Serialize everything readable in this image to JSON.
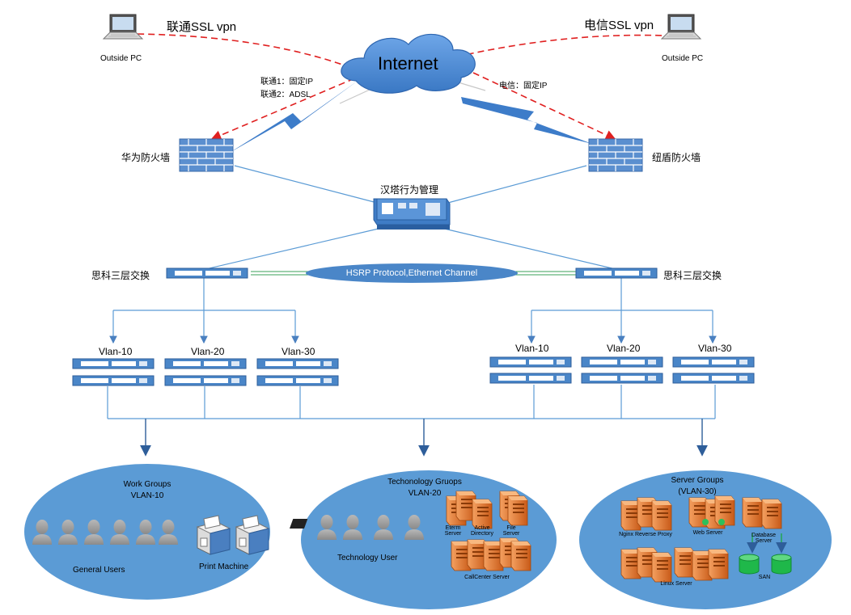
{
  "internet": {
    "label": "Internet"
  },
  "vpn": {
    "left": "联通SSL vpn",
    "right": "电信SSL vpn"
  },
  "outside_pc": {
    "left": "Outside PC",
    "right": "Outside PC"
  },
  "isp": {
    "unicom_line1": "联通1：固定IP",
    "unicom_line2": "联通2：ADSL",
    "telecom": "电信：固定IP"
  },
  "firewalls": {
    "left": "华为防火墙",
    "right": "纽盾防火墙"
  },
  "behavior_mgmt": {
    "label": "汉塔行为管理"
  },
  "core_switches": {
    "left": "思科三层交换",
    "right": "思科三层交换"
  },
  "hsrp": {
    "label": "HSRP Protocol,Ethernet Channel"
  },
  "vlans": {
    "left": [
      "Vlan-10",
      "Vlan-20",
      "Vlan-30"
    ],
    "right": [
      "Vlan-10",
      "Vlan-20",
      "Vlan-30"
    ]
  },
  "groups": {
    "work": {
      "title1": "Work Groups",
      "title2": "VLAN-10",
      "users": "General Users",
      "printer": "Print Machine"
    },
    "tech": {
      "title1": "Techonology Gruops",
      "title2": "VLAN-20",
      "users": "Technology User",
      "eterm": "Eterm\nServer",
      "ad": "Active\nDirectory",
      "file": "File\nServer",
      "callcenter": "CallCenter Server"
    },
    "server": {
      "title1": "Server Groups",
      "title2": "(VLAN-30)",
      "nginx": "Nginx Reverse Proxy",
      "web": "Web Server",
      "db": "Database\nServer",
      "linux": "Linux Server",
      "san": "SAN"
    }
  },
  "colors": {
    "line": "#5b9bd5",
    "vpn_dash": "#e02020",
    "ellipse": "#5b9bd5",
    "device": "#4a86c8",
    "server": "#e07a30",
    "bolt": "#3d7cc9",
    "cloud": "#4f8fd6",
    "hsrp_link": "#3aa05a"
  }
}
